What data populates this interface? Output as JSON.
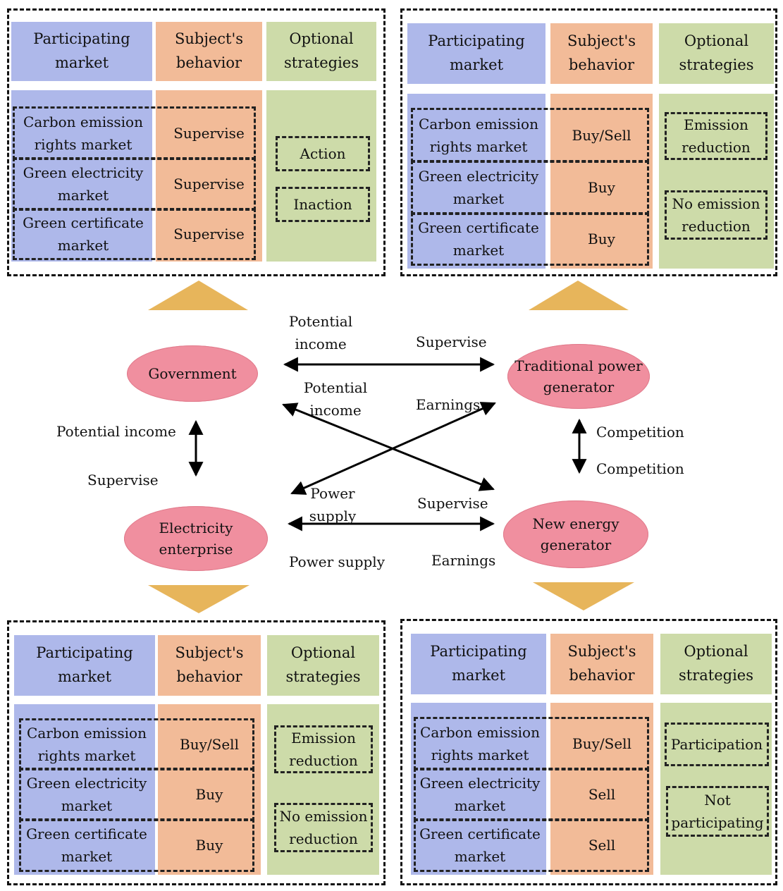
{
  "colors": {
    "market": "#aeb8ea",
    "behavior": "#f2bb98",
    "strategy": "#cddba9",
    "node": "#f08f9f",
    "triangle": "#e7b55b"
  },
  "headers": {
    "market": "Participating market",
    "behavior": "Subject's behavior",
    "strategy": "Optional strategies"
  },
  "markets": {
    "carbon": "Carbon emission rights market",
    "green_electricity": "Green electricity market",
    "green_certificate": "Green certificate market"
  },
  "panels": {
    "government": {
      "behaviors": [
        "Supervise",
        "Supervise",
        "Supervise"
      ],
      "strategies": [
        "Action",
        "Inaction"
      ]
    },
    "traditional": {
      "behaviors": [
        "Buy/Sell",
        "Buy",
        "Buy"
      ],
      "strategies": [
        "Emission reduction",
        "No emission reduction"
      ]
    },
    "electricity": {
      "behaviors": [
        "Buy/Sell",
        "Buy",
        "Buy"
      ],
      "strategies": [
        "Emission reduction",
        "No emission reduction"
      ]
    },
    "new_energy": {
      "behaviors": [
        "Buy/Sell",
        "Sell",
        "Sell"
      ],
      "strategies": [
        "Participation",
        "Not participating"
      ]
    }
  },
  "nodes": {
    "government": "Government",
    "traditional": "Traditional power generator",
    "electricity": "Electricity enterprise",
    "new_energy": "New energy generator"
  },
  "labels": {
    "gov_trad_left": "Potential income",
    "gov_trad_right": "Supervise",
    "gov_new_left": "Potential income",
    "trad_elec_right": "Earnings",
    "gov_elec_top": "Potential income",
    "gov_elec_bottom": "Supervise",
    "trad_new_top": "Competition",
    "trad_new_bottom": "Competition",
    "elec_trad_left": "Power supply",
    "gov_new_right": "Supervise",
    "elec_new_left": "Power supply",
    "elec_new_right": "Earnings"
  }
}
